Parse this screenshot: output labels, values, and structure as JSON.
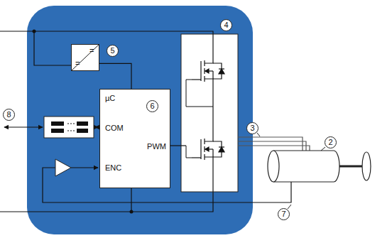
{
  "diagram": {
    "nodes": [
      {
        "text": [
          "=",
          "="
        ]
      },
      {
        "text": [
          "µC",
          "COM",
          "PWM",
          "ENC"
        ]
      }
    ],
    "edges": [
      {
        "from": 0,
        "to": 1,
        "arrow": "none"
      }
    ],
    "labels": [
      "5",
      "6",
      "4",
      "3",
      "2",
      "8",
      "7"
    ]
  }
}
